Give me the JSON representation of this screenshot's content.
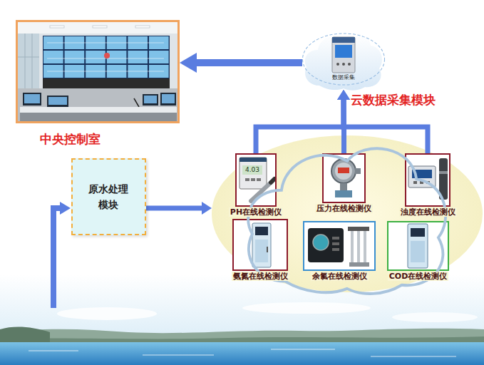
{
  "diagram": {
    "nodes": [
      {
        "text": [
          "中央控制室"
        ]
      },
      {
        "text": [
          "数据采集",
          "云数据采集模块"
        ]
      },
      {
        "text": [
          "原水处理 模块"
        ]
      },
      {
        "text": []
      },
      {
        "text": [
          "PH在线检测仪"
        ],
        "in": 3
      },
      {
        "text": [
          "压力在线检测仪"
        ],
        "in": 3
      },
      {
        "text": [
          "浊度在线检测仪"
        ],
        "in": 3
      },
      {
        "text": [
          "氨氮在线检测仪"
        ],
        "in": 3
      },
      {
        "text": [
          "余氯在线检测仪"
        ],
        "in": 3
      },
      {
        "text": [
          "COD在线检测仪"
        ],
        "in": 3
      }
    ],
    "edges": [
      {
        "from": 1,
        "to": 0,
        "arrow": "to"
      },
      {
        "from": 2,
        "to": 3,
        "arrow": "to"
      },
      {
        "from": 4,
        "to": 1,
        "arrow": "to"
      },
      {
        "from": 5,
        "to": 1,
        "arrow": "to"
      },
      {
        "from": 6,
        "to": 1,
        "arrow": "to"
      }
    ],
    "labels": [
      "4.03"
    ]
  }
}
